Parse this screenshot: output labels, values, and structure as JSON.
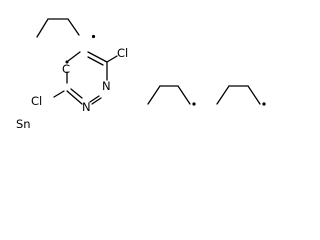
{
  "molecule": {
    "ring_atoms": {
      "chlorine_top": "Cl",
      "ring_carbon_radical": "C",
      "nitrogen_1": "N",
      "nitrogen_2": "N",
      "chlorine_left": "Cl"
    },
    "tin_atom": "Sn",
    "butyl_radical_count": 3
  },
  "colors": {
    "bond": "#000000",
    "text": "#000000",
    "background": "#ffffff"
  }
}
